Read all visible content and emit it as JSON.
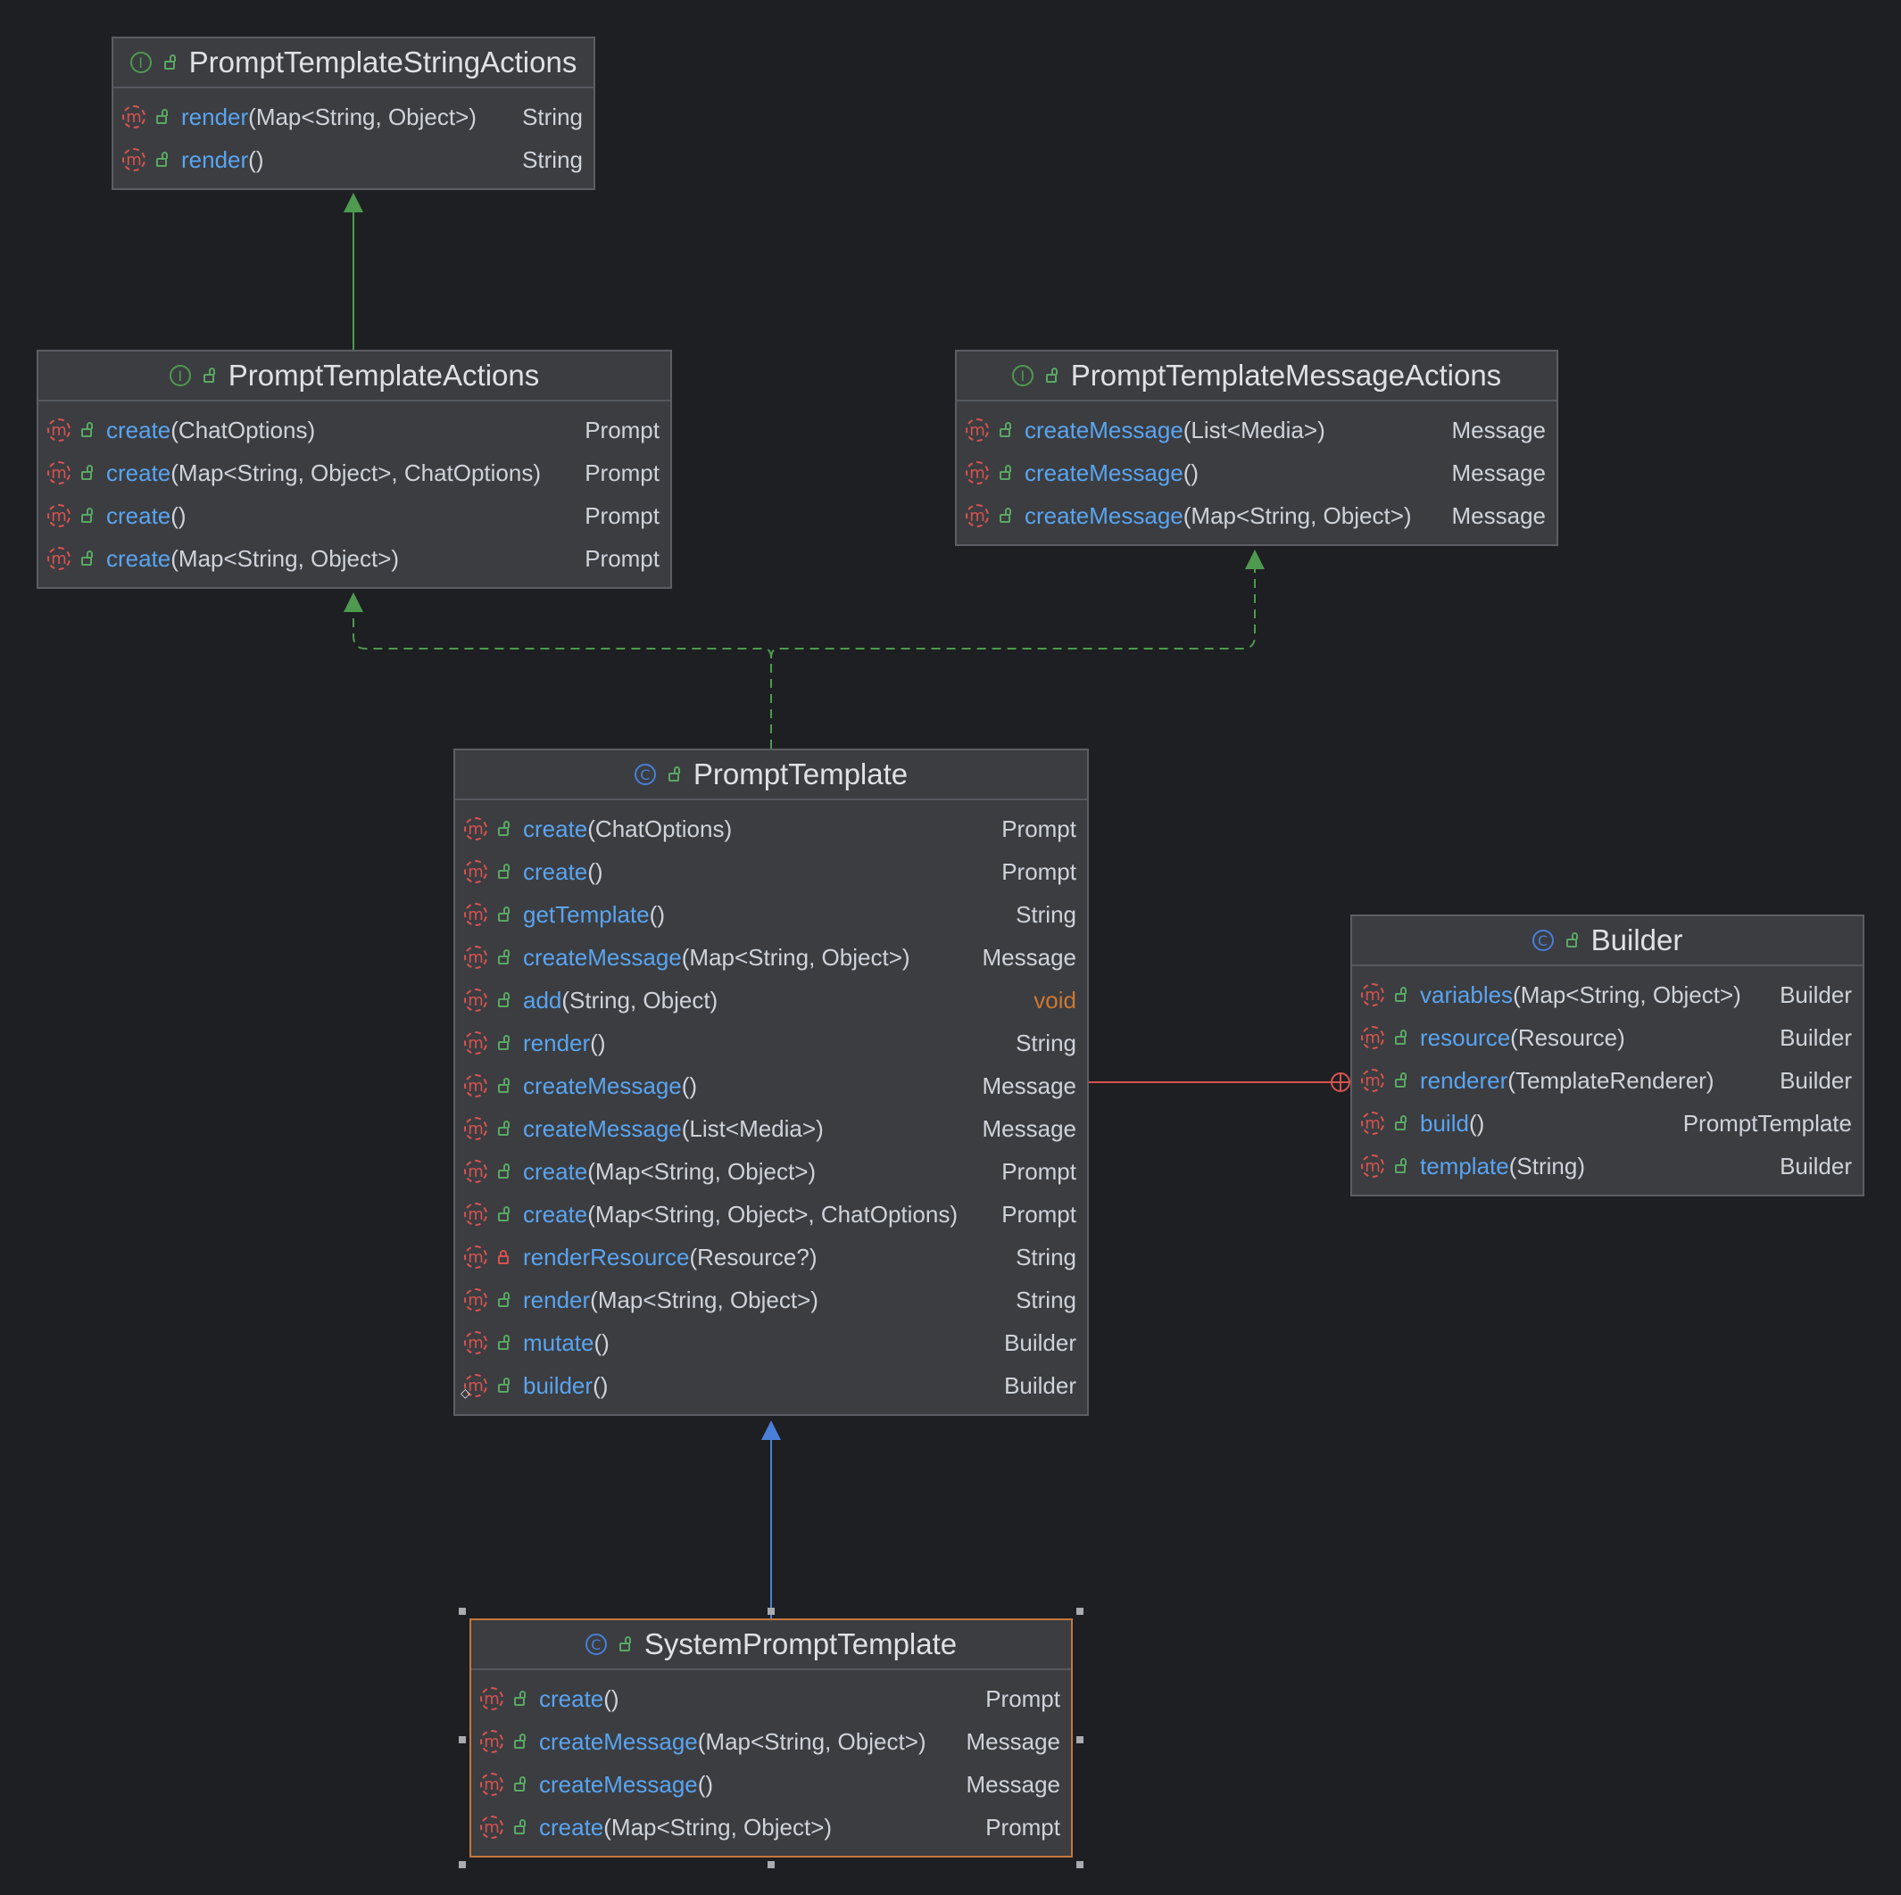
{
  "colors": {
    "background": "#1e1f22",
    "box_fill": "#3b3d41",
    "method_name": "#5aa4f0",
    "return_void": "#cc7832",
    "interface_edge": "#4e9a4f",
    "inheritance_edge": "#4a7fd8",
    "inner_class_edge": "#d9534f",
    "selected_border": "#c4773b"
  },
  "classes": {
    "stringActions": {
      "kind": "interface",
      "kind_glyph": "I",
      "name": "PromptTemplateStringActions",
      "methods": [
        {
          "name": "render",
          "params": "(Map<String, Object>)",
          "ret": "String"
        },
        {
          "name": "render",
          "params": "()",
          "ret": "String"
        }
      ]
    },
    "actions": {
      "kind": "interface",
      "kind_glyph": "I",
      "name": "PromptTemplateActions",
      "methods": [
        {
          "name": "create",
          "params": "(ChatOptions)",
          "ret": "Prompt"
        },
        {
          "name": "create",
          "params": "(Map<String, Object>, ChatOptions)",
          "ret": "Prompt"
        },
        {
          "name": "create",
          "params": "()",
          "ret": "Prompt"
        },
        {
          "name": "create",
          "params": "(Map<String, Object>)",
          "ret": "Prompt"
        }
      ]
    },
    "messageActions": {
      "kind": "interface",
      "kind_glyph": "I",
      "name": "PromptTemplateMessageActions",
      "methods": [
        {
          "name": "createMessage",
          "params": "(List<Media>)",
          "ret": "Message"
        },
        {
          "name": "createMessage",
          "params": "()",
          "ret": "Message"
        },
        {
          "name": "createMessage",
          "params": "(Map<String, Object>)",
          "ret": "Message"
        }
      ]
    },
    "promptTemplate": {
      "kind": "class",
      "kind_glyph": "C",
      "name": "PromptTemplate",
      "methods": [
        {
          "name": "create",
          "params": "(ChatOptions)",
          "ret": "Prompt"
        },
        {
          "name": "create",
          "params": "()",
          "ret": "Prompt"
        },
        {
          "name": "getTemplate",
          "params": "()",
          "ret": "String"
        },
        {
          "name": "createMessage",
          "params": "(Map<String, Object>)",
          "ret": "Message"
        },
        {
          "name": "add",
          "params": "(String, Object)",
          "ret": "void"
        },
        {
          "name": "render",
          "params": "()",
          "ret": "String"
        },
        {
          "name": "createMessage",
          "params": "()",
          "ret": "Message"
        },
        {
          "name": "createMessage",
          "params": "(List<Media>)",
          "ret": "Message"
        },
        {
          "name": "create",
          "params": "(Map<String, Object>)",
          "ret": "Prompt"
        },
        {
          "name": "create",
          "params": "(Map<String, Object>, ChatOptions)",
          "ret": "Prompt"
        },
        {
          "name": "renderResource",
          "params": "(Resource?)",
          "ret": "String",
          "private": true
        },
        {
          "name": "render",
          "params": "(Map<String, Object>)",
          "ret": "String"
        },
        {
          "name": "mutate",
          "params": "()",
          "ret": "Builder"
        },
        {
          "name": "builder",
          "params": "()",
          "ret": "Builder",
          "static": true
        }
      ]
    },
    "builder": {
      "kind": "class",
      "kind_glyph": "C",
      "name": "Builder",
      "methods": [
        {
          "name": "variables",
          "params": "(Map<String, Object>)",
          "ret": "Builder"
        },
        {
          "name": "resource",
          "params": "(Resource)",
          "ret": "Builder"
        },
        {
          "name": "renderer",
          "params": "(TemplateRenderer)",
          "ret": "Builder"
        },
        {
          "name": "build",
          "params": "()",
          "ret": "PromptTemplate"
        },
        {
          "name": "template",
          "params": "(String)",
          "ret": "Builder"
        }
      ]
    },
    "systemPromptTemplate": {
      "kind": "class",
      "kind_glyph": "C",
      "name": "SystemPromptTemplate",
      "selected": true,
      "methods": [
        {
          "name": "create",
          "params": "()",
          "ret": "Prompt"
        },
        {
          "name": "createMessage",
          "params": "(Map<String, Object>)",
          "ret": "Message"
        },
        {
          "name": "createMessage",
          "params": "()",
          "ret": "Message"
        },
        {
          "name": "create",
          "params": "(Map<String, Object>)",
          "ret": "Prompt"
        }
      ]
    }
  },
  "edges": [
    {
      "from": "actions",
      "to": "stringActions",
      "type": "extends",
      "color": "#4e9a4f"
    },
    {
      "from": "promptTemplate",
      "to": "actions",
      "type": "implements",
      "color": "#4e9a4f"
    },
    {
      "from": "promptTemplate",
      "to": "messageActions",
      "type": "implements",
      "color": "#4e9a4f"
    },
    {
      "from": "systemPromptTemplate",
      "to": "promptTemplate",
      "type": "extends",
      "color": "#4a7fd8"
    },
    {
      "from": "promptTemplate",
      "to": "builder",
      "type": "inner",
      "color": "#d9534f"
    }
  ]
}
